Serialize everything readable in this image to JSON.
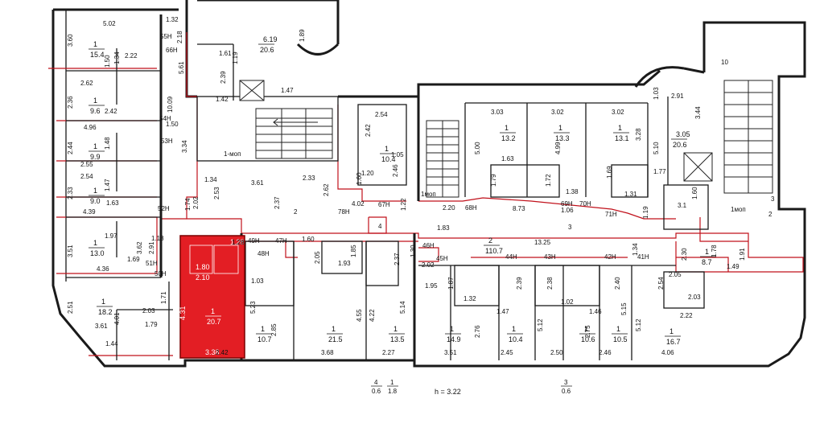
{
  "plan": {
    "height_note": "h = 3.22",
    "highlight_color": "#e31e24",
    "line_color": "#c0101a",
    "rooms": [
      {
        "no": "1",
        "area": "15.4"
      },
      {
        "no": "1",
        "area": "9.6"
      },
      {
        "no": "1",
        "area": "9.9"
      },
      {
        "no": "1",
        "area": "9.0"
      },
      {
        "no": "1",
        "area": "13.0"
      },
      {
        "no": "1",
        "area": "18.2"
      },
      {
        "no": "6.19",
        "area": "20.6"
      },
      {
        "no": "1",
        "area": "10.4"
      },
      {
        "no": "1",
        "area": "13.2"
      },
      {
        "no": "1",
        "area": "13.3"
      },
      {
        "no": "1",
        "area": "13.1"
      },
      {
        "no": "3.05",
        "area": "20.6"
      },
      {
        "no": "2",
        "area": "110.7"
      },
      {
        "no": "1",
        "area": "10.7"
      },
      {
        "no": "1",
        "area": "21.5"
      },
      {
        "no": "1",
        "area": "13.5"
      },
      {
        "no": "1",
        "area": "14.9"
      },
      {
        "no": "1",
        "area": "10.4"
      },
      {
        "no": "1",
        "area": "10.6"
      },
      {
        "no": "1",
        "area": "10.5"
      },
      {
        "no": "1",
        "area": "16.7"
      },
      {
        "no": "1",
        "area": "8.7"
      },
      {
        "no": "1",
        "area": "20.7"
      }
    ],
    "dims": [
      "5.02",
      "1.32",
      "3.60",
      "1.50",
      "2.22",
      "1.34",
      "2.62",
      "2.36",
      "2.42",
      "4.96",
      "1.48",
      "2.44",
      "2.55",
      "2.54",
      "1.47",
      "2.33",
      "1.63",
      "4.39",
      "1.97",
      "3.51",
      "1.69",
      "4.36",
      "1.18",
      "2.91",
      "3.62",
      "2.51",
      "3.61",
      "1.44",
      "4.01",
      "2.03",
      "1.79",
      "1.71",
      "2.18",
      "1.61",
      "1.19",
      "2.39",
      "1.42",
      "1.89",
      "1.47",
      "5.61",
      "10.09",
      "1.50",
      "3.34",
      "1.34",
      "3.61",
      "2.33",
      "1.74",
      "2.02",
      "2.53",
      "2.37",
      "2.62",
      "2.54",
      "2.42",
      "1.05",
      "2.46",
      "1.20",
      "1.60",
      "4.02",
      "1.22",
      "3.03",
      "3.02",
      "3.02",
      "5.00",
      "4.99",
      "3.28",
      "1.63",
      "1.79",
      "1.72",
      "1.69",
      "1.38",
      "1.31",
      "2.91",
      "1.03",
      "3.44",
      "5.10",
      "1.77",
      "1.60",
      "2.20",
      "8.73",
      "1.06",
      "1.19",
      "1.83",
      "13.25",
      "1.34",
      "2.30",
      "1.78",
      "1.91",
      "1.49",
      "2.02",
      "1.95",
      "1.87",
      "2.39",
      "2.38",
      "2.40",
      "2.54",
      "2.05",
      "2.22",
      "1.32",
      "1.47",
      "1.02",
      "1.46",
      "2.03",
      "5.12",
      "5.15",
      "5.12",
      "2.76",
      "2.75",
      "3.51",
      "2.45",
      "2.50",
      "2.46",
      "4.06",
      "1.28",
      "1.60",
      "2.05",
      "1.85",
      "1.93",
      "2.37",
      "5.14",
      "4.55",
      "4.22",
      "5.23",
      "1.03",
      "2.85",
      "2.42",
      "3.68",
      "2.27",
      "1.30",
      "4.31",
      "3.38",
      "2.10",
      "2.42",
      "1.80"
    ],
    "doors": [
      "55Н",
      "66Н",
      "54Н",
      "53Н",
      "52Н",
      "51Н",
      "50Н",
      "78Н",
      "67Н",
      "68Н",
      "69Н",
      "70Н",
      "71Н",
      "49Н",
      "47Н",
      "48Н",
      "46Н",
      "45Н",
      "44Н",
      "43Н",
      "42Н",
      "41Н"
    ],
    "markers": [
      "1-моп",
      "1моп",
      "1моп",
      "10",
      "3",
      "2",
      "4",
      "3",
      "2",
      "3.1"
    ],
    "footnotes": [
      {
        "num": "4",
        "den": "0.6"
      },
      {
        "num": "1",
        "den": "1.8"
      },
      {
        "num": "3",
        "den": "0.6"
      }
    ],
    "highlight": {
      "no": "1",
      "area": "20.7",
      "dims": [
        "4.31",
        "3.38",
        "1.28",
        "1.80",
        "2.10"
      ]
    }
  }
}
